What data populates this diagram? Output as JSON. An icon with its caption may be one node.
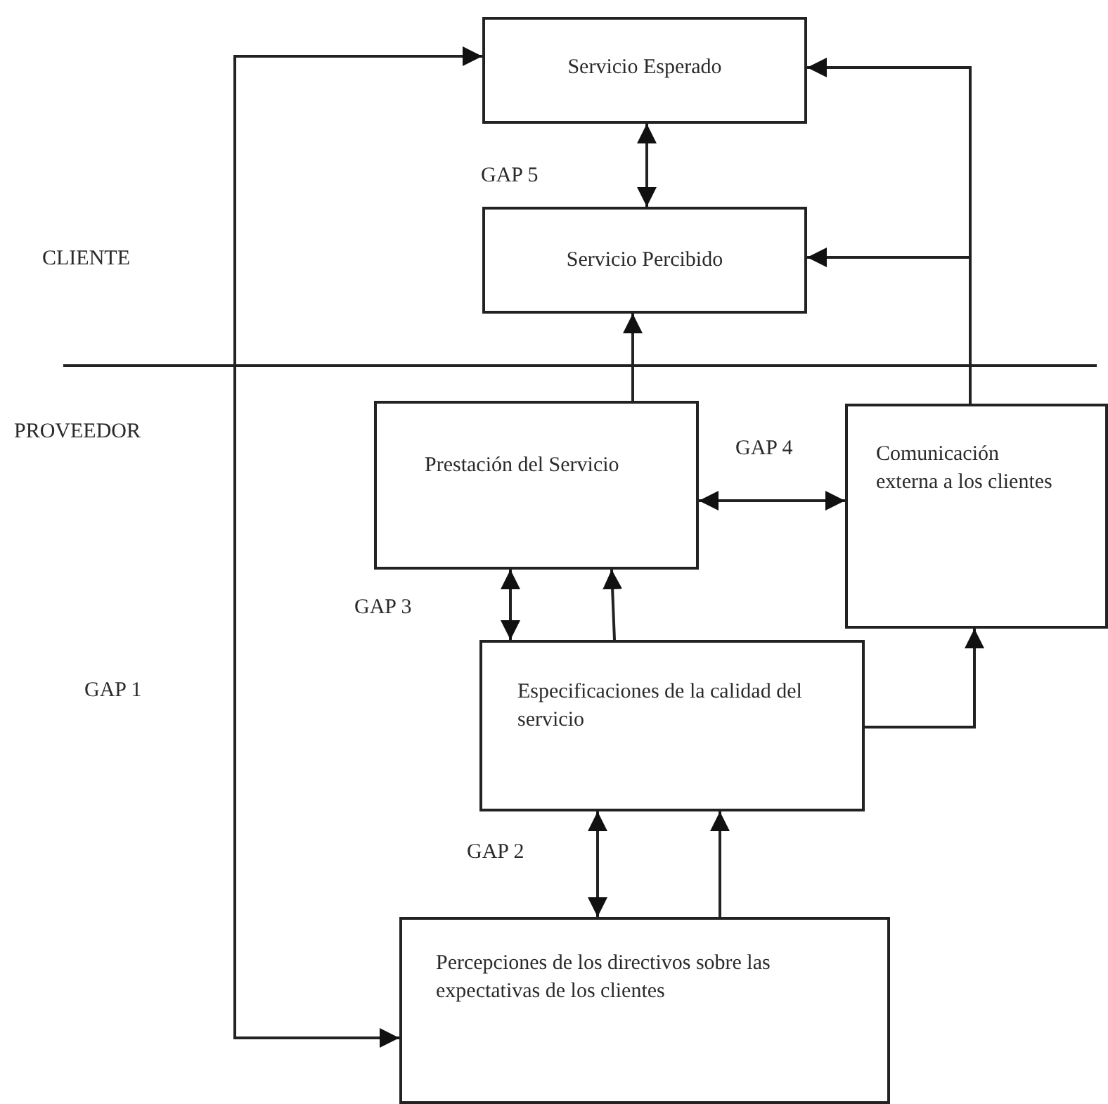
{
  "diagram": {
    "nodes": [
      {
        "text": [
          "Servicio Esperado"
        ]
      },
      {
        "text": [
          "Servicio Percibido"
        ]
      },
      {
        "text": [
          "Prestación del Servicio"
        ]
      },
      {
        "text": [
          "Comunicación externa a los clientes"
        ]
      },
      {
        "text": [
          "Especificaciones de la calidad del servicio"
        ]
      },
      {
        "text": [
          "Percepciones de los directivos sobre las expectativas de los clientes"
        ]
      }
    ],
    "edges": [
      {
        "from": 0,
        "to": 1,
        "arrow": "both"
      },
      {
        "from": 2,
        "to": 1,
        "arrow": "to"
      },
      {
        "from": 3,
        "to": 0,
        "arrow": "to"
      },
      {
        "from": 3,
        "to": 1,
        "arrow": "to"
      },
      {
        "from": 2,
        "to": 3,
        "arrow": "both"
      },
      {
        "from": 4,
        "to": 2,
        "arrow": "both"
      },
      {
        "from": 4,
        "to": 2,
        "arrow": "to"
      },
      {
        "from": 4,
        "to": 3,
        "arrow": "to"
      },
      {
        "from": 5,
        "to": 4,
        "arrow": "both"
      },
      {
        "from": 5,
        "to": 4,
        "arrow": "to"
      },
      {
        "from": 5,
        "to": 0,
        "arrow": "both"
      }
    ],
    "labels": [
      "GAP 5",
      "CLIENTE",
      "PROVEEDOR",
      "GAP 4",
      "GAP 3",
      "GAP 1",
      "GAP 2"
    ]
  }
}
